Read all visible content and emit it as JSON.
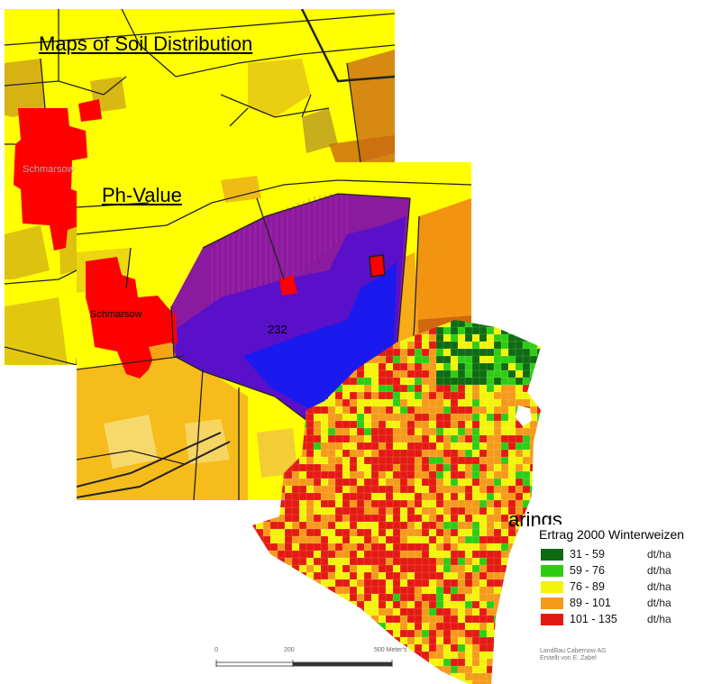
{
  "soil_map": {
    "title": "Maps of Soil Distribution",
    "place_label": "Schmarsow",
    "colors": {
      "base": "#ffff00",
      "settlement": "#ff0000",
      "tan": "#d4a017",
      "orange": "#e38a16"
    }
  },
  "ph_map": {
    "title": "Ph-Value",
    "place_label": "Schmarsow",
    "contour_value": "232",
    "colors": {
      "purple": "#8a1a9e",
      "violet": "#5a10c8",
      "blue": "#1a1aee",
      "yellow": "#ffff00",
      "red": "#ff0000"
    }
  },
  "yield_map": {
    "caption_partial": "arings",
    "legend": {
      "title": "Ertrag 2000 Winterweizen",
      "items": [
        {
          "range": "31 - 59",
          "unit": "dt/ha",
          "color": "#0e6b12"
        },
        {
          "range": "59 - 76",
          "unit": "dt/ha",
          "color": "#2ecc14"
        },
        {
          "range": "76 - 89",
          "unit": "dt/ha",
          "color": "#f4f40a"
        },
        {
          "range": "89 - 101",
          "unit": "dt/ha",
          "color": "#f59a1a"
        },
        {
          "range": "101 - 135",
          "unit": "dt/ha",
          "color": "#e41a12"
        }
      ],
      "credit_line1": "LandBau Cabernow AG",
      "credit_line2": "Erstellt von E. Zabel"
    },
    "scalebar": {
      "tick_0": "0",
      "tick_1": "200",
      "tick_2": "500 Meter's"
    }
  }
}
